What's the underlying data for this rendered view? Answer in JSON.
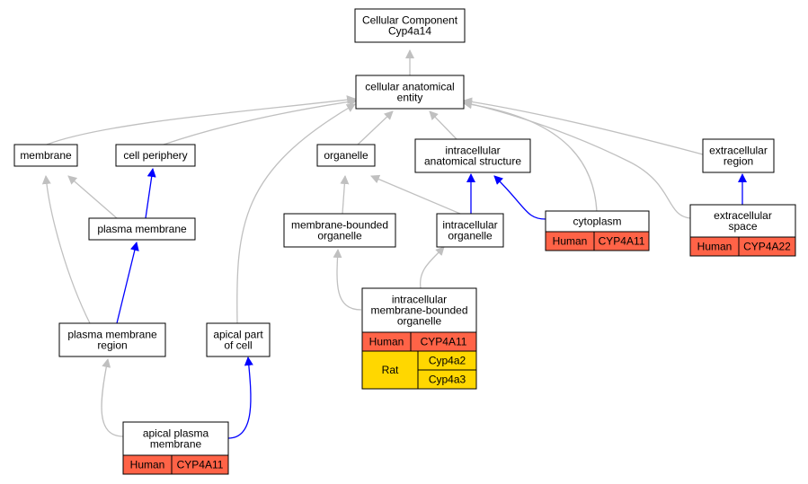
{
  "colors": {
    "gray_edge": "#c0c0c0",
    "blue_edge": "#0000ff",
    "human": "#ff6347",
    "rat": "#ffd700"
  },
  "nodes": {
    "root": {
      "lines": [
        "Cellular Component",
        "Cyp4a14"
      ]
    },
    "cae": {
      "lines": [
        "cellular anatomical",
        "entity"
      ]
    },
    "membrane": {
      "lines": [
        "membrane"
      ]
    },
    "cell_periphery": {
      "lines": [
        "cell periphery"
      ]
    },
    "organelle": {
      "lines": [
        "organelle"
      ]
    },
    "ias": {
      "lines": [
        "intracellular",
        "anatomical structure"
      ]
    },
    "extracellular_region": {
      "lines": [
        "extracellular",
        "region"
      ]
    },
    "plasma_membrane": {
      "lines": [
        "plasma membrane"
      ]
    },
    "mbo": {
      "lines": [
        "membrane-bounded",
        "organelle"
      ]
    },
    "intracellular_organelle": {
      "lines": [
        "intracellular",
        "organelle"
      ]
    },
    "cytoplasm": {
      "lines": [
        "cytoplasm"
      ],
      "annotations": [
        {
          "species": "Human",
          "genes": [
            "CYP4A11"
          ]
        }
      ]
    },
    "extracellular_space": {
      "lines": [
        "extracellular",
        "space"
      ],
      "annotations": [
        {
          "species": "Human",
          "genes": [
            "CYP4A22"
          ]
        }
      ]
    },
    "imbo": {
      "lines": [
        "intracellular",
        "membrane-bounded",
        "organelle"
      ],
      "annotations": [
        {
          "species": "Human",
          "genes": [
            "CYP4A11"
          ]
        },
        {
          "species": "Rat",
          "genes": [
            "Cyp4a2",
            "Cyp4a3"
          ]
        }
      ]
    },
    "pmr": {
      "lines": [
        "plasma membrane",
        "region"
      ]
    },
    "apical_part": {
      "lines": [
        "apical part",
        "of cell"
      ]
    },
    "apm": {
      "lines": [
        "apical plasma",
        "membrane"
      ],
      "annotations": [
        {
          "species": "Human",
          "genes": [
            "CYP4A11"
          ]
        }
      ]
    }
  }
}
